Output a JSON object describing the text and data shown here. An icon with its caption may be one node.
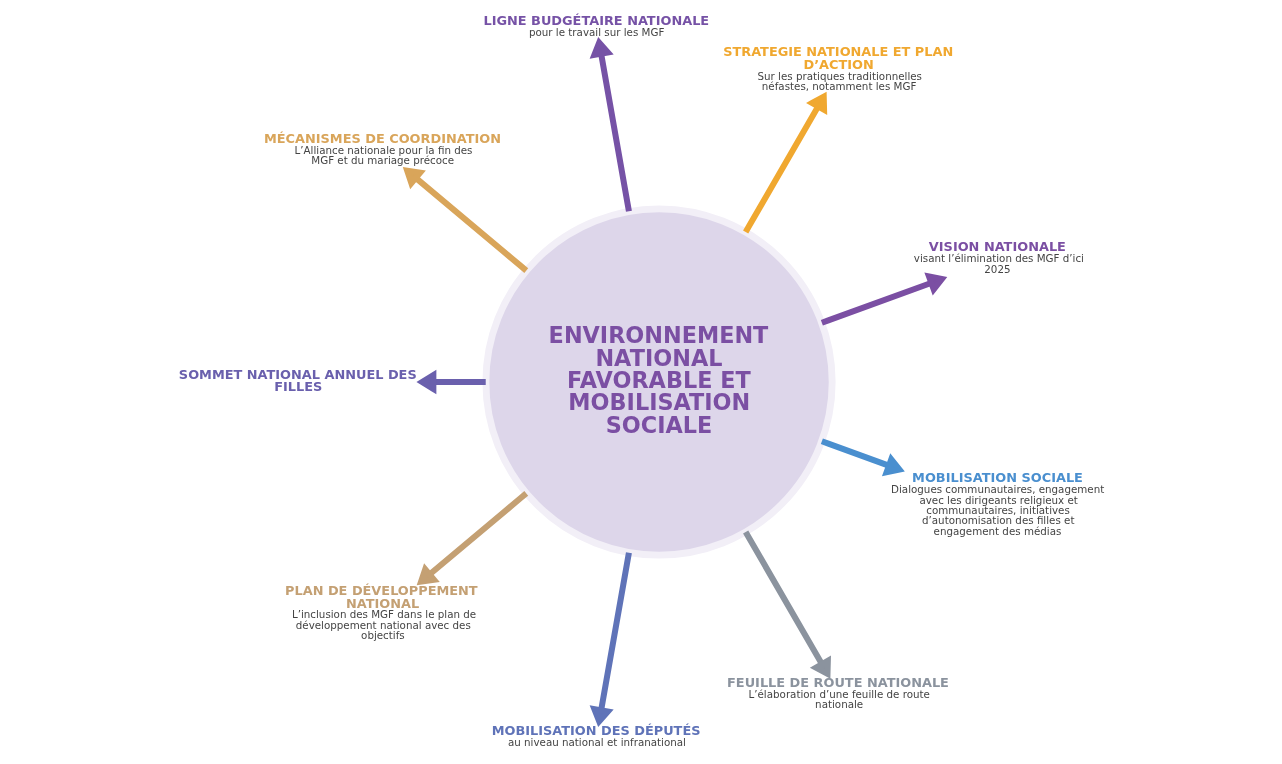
{
  "diagram": {
    "nodes": [
      {
        "text": [
          "ENVIRONNEMENT NATIONAL FAVORABLE ET MOBILISATION SOCIALE"
        ]
      },
      {
        "text": [
          "VISION NATIONALE",
          "visant l’élimination des MGF d’ici 2025"
        ]
      },
      {
        "text": [
          "STRATEGIE NATIONALE ET PLAN D’ACTION",
          "Sur les pratiques traditionnelles néfastes, notamment les MGF"
        ]
      },
      {
        "text": [
          "LIGNE BUDGÉTAIRE NATIONALE",
          "pour le travail sur les MGF"
        ]
      },
      {
        "text": [
          "MÉCANISMES DE COORDINATION",
          "L’Alliance nationale pour la fin des MGF et du mariage précoce"
        ]
      },
      {
        "text": [
          "SOMMET NATIONAL ANNUEL DES FILLES"
        ]
      },
      {
        "text": [
          "PLAN DE DÉVELOPPEMENT NATIONAL",
          "L’inclusion des MGF dans le plan de développement national avec des objectifs"
        ]
      },
      {
        "text": [
          "MOBILISATION DES DÉPUTÉS",
          "au niveau national et infranational"
        ]
      },
      {
        "text": [
          "FEUILLE DE ROUTE NATIONALE",
          "L’élaboration d’une feuille de route nationale"
        ]
      },
      {
        "text": [
          "MOBILISATION SOCIALE",
          "Dialogues communautaires, engagement avec les dirigeants religieux et communautaires, initiatives d’autonomisation des filles et engagement des médias"
        ]
      }
    ],
    "edges": [
      {
        "from": 0,
        "to": 5,
        "arrow": "to",
        "color": "#6a60ad"
      },
      {
        "from": 0,
        "to": 3,
        "arrow": "to",
        "color": "#7652a6"
      },
      {
        "from": 0,
        "to": 1,
        "arrow": "to",
        "color": "#7b4fa3"
      },
      {
        "from": 0,
        "to": 2,
        "arrow": "to",
        "color": "#f0a830"
      },
      {
        "from": 0,
        "to": 4,
        "arrow": "to",
        "color": "#d9a55a"
      },
      {
        "from": 0,
        "to": 6,
        "arrow": "to",
        "color": "#c4a073"
      },
      {
        "from": 0,
        "to": 8,
        "arrow": "to",
        "color": "#8b939e"
      },
      {
        "from": 0,
        "to": 9,
        "arrow": "to",
        "color": "#4a8fcf"
      },
      {
        "from": 0,
        "to": 7,
        "arrow": "to",
        "color": "#5f73b8"
      }
    ]
  }
}
